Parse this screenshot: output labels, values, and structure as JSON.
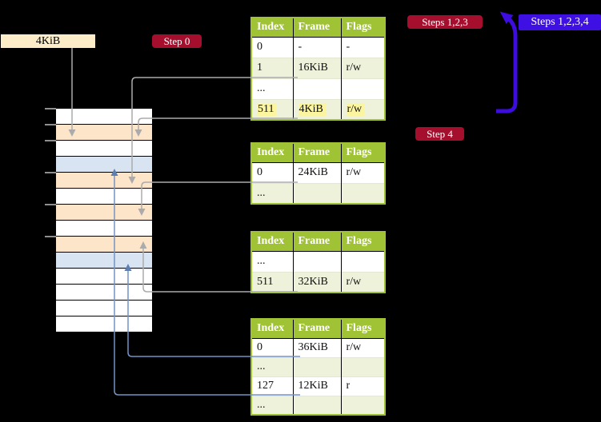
{
  "labels": {
    "frame_label": "4KiB"
  },
  "badges": {
    "step0": {
      "label": "Step 0"
    },
    "steps123": {
      "label": "Steps 1,2,3"
    },
    "steps1234": {
      "label": "Steps 1,2,3,4"
    },
    "step4": {
      "label": "Step 4"
    }
  },
  "page_tables": [
    {
      "name": "level-1-page-table",
      "headers": [
        "Index",
        "Frame",
        "Flags"
      ],
      "rows": [
        {
          "cells": [
            "0",
            "-",
            "-"
          ],
          "shaded": false,
          "highlighted": false
        },
        {
          "cells": [
            "1",
            "16KiB",
            "r/w"
          ],
          "shaded": true,
          "highlighted": false
        },
        {
          "cells": [
            "...",
            "",
            ""
          ],
          "shaded": false,
          "highlighted": false
        },
        {
          "cells": [
            "511",
            "4KiB",
            "r/w"
          ],
          "shaded": true,
          "highlighted": true
        }
      ]
    },
    {
      "name": "level-2-page-table",
      "headers": [
        "Index",
        "Frame",
        "Flags"
      ],
      "rows": [
        {
          "cells": [
            "0",
            "24KiB",
            "r/w"
          ],
          "shaded": false,
          "highlighted": false
        },
        {
          "cells": [
            "...",
            "",
            ""
          ],
          "shaded": true,
          "highlighted": false
        }
      ]
    },
    {
      "name": "level-3-page-table",
      "headers": [
        "Index",
        "Frame",
        "Flags"
      ],
      "rows": [
        {
          "cells": [
            "...",
            "",
            ""
          ],
          "shaded": false,
          "highlighted": false
        },
        {
          "cells": [
            "511",
            "32KiB",
            "r/w"
          ],
          "shaded": true,
          "highlighted": false
        }
      ]
    },
    {
      "name": "level-4-page-table",
      "headers": [
        "Index",
        "Frame",
        "Flags"
      ],
      "rows": [
        {
          "cells": [
            "0",
            "36KiB",
            "r/w"
          ],
          "shaded": false,
          "highlighted": false
        },
        {
          "cells": [
            "...",
            "",
            ""
          ],
          "shaded": true,
          "highlighted": false
        },
        {
          "cells": [
            "127",
            "12KiB",
            "r"
          ],
          "shaded": false,
          "highlighted": false
        },
        {
          "cells": [
            "...",
            "",
            ""
          ],
          "shaded": true,
          "highlighted": false
        }
      ]
    }
  ],
  "memory_strip": {
    "rows": [
      "white",
      "orange",
      "white",
      "blue",
      "orange",
      "white",
      "orange",
      "white",
      "orange",
      "blue",
      "white",
      "white",
      "white",
      "white"
    ]
  },
  "colors": {
    "accent_green": "#a0c336",
    "row_green": "#eef2da",
    "highlight_yellow": "#fcf5a0",
    "badge_red": "#a60e2e",
    "badge_blue": "#3f10e4",
    "arrow_blue": "#3c0ce0",
    "box_cream": "#fcedc8",
    "strip_orange": "#fce5c9",
    "strip_blue": "#d9e4f3",
    "line_gray": "#ababab",
    "line_blue": "#7493c5",
    "head_blue": "#5d7fb2",
    "tick_gray": "#8f8f8f"
  }
}
